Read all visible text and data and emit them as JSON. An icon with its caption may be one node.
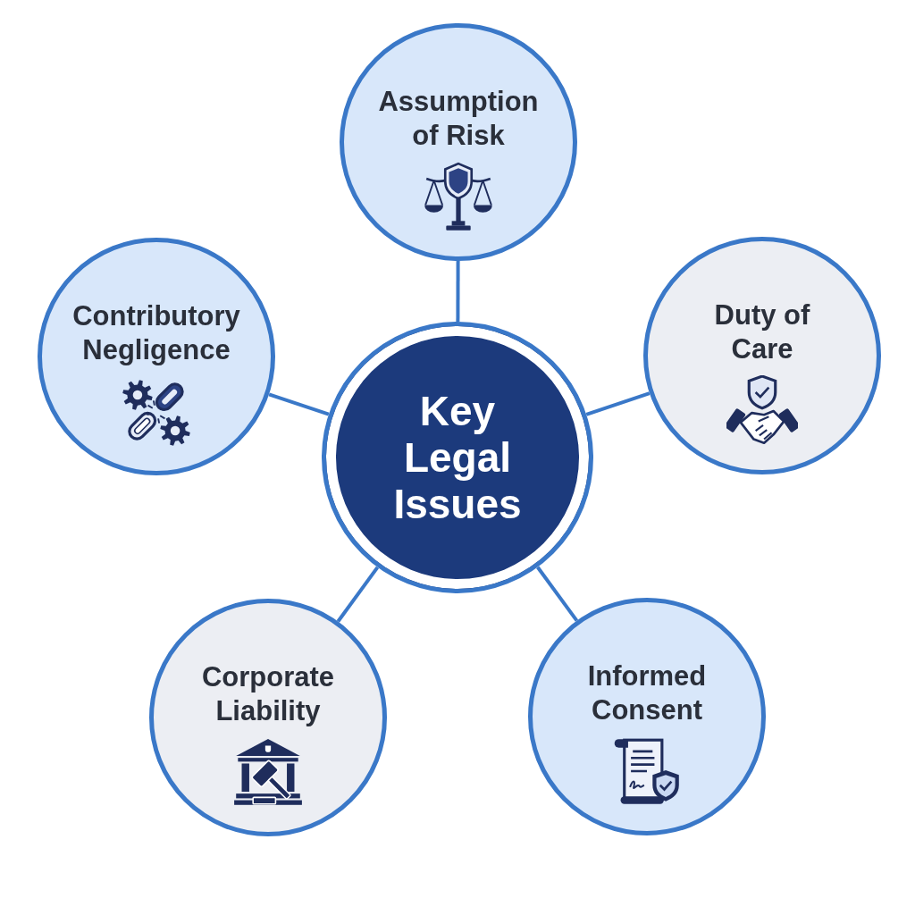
{
  "diagram": {
    "nodes": [
      {
        "text": [
          "Key Legal Issues"
        ]
      },
      {
        "text": [
          "Assumption of Risk"
        ]
      },
      {
        "text": [
          "Contributory Negligence"
        ]
      },
      {
        "text": [
          "Duty of Care"
        ]
      },
      {
        "text": [
          "Corporate Liability"
        ]
      },
      {
        "text": [
          "Informed Consent"
        ]
      }
    ],
    "edges": [
      {
        "from": 0,
        "to": 1,
        "arrow": "none"
      },
      {
        "from": 0,
        "to": 2,
        "arrow": "none"
      },
      {
        "from": 0,
        "to": 3,
        "arrow": "none"
      },
      {
        "from": 0,
        "to": 4,
        "arrow": "none"
      },
      {
        "from": 0,
        "to": 5,
        "arrow": "none"
      }
    ]
  }
}
